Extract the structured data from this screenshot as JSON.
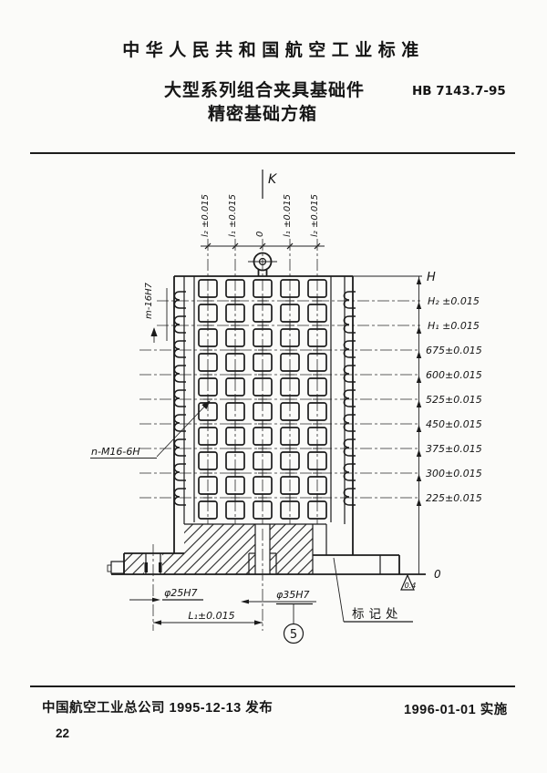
{
  "header": {
    "standard_name": "中华人民共和国航空工业标准",
    "title_line1": "大型系列组合夹具基础件",
    "title_line2": "精密基础方箱",
    "standard_code": "HB 7143.7-95"
  },
  "drawing": {
    "view_label": "K",
    "top_dims": [
      "l₂ ±0.015",
      "l₁ ±0.015",
      "0",
      "l₁ ±0.015",
      "l₂ ±0.015"
    ],
    "right_dims": [
      "H",
      "H₂ ±0.015",
      "H₁ ±0.015",
      "675±0.015",
      "600±0.015",
      "525±0.015",
      "450±0.015",
      "375±0.015",
      "300±0.015",
      "225±0.015",
      "0"
    ],
    "labels": {
      "side_hole": "m-16H7",
      "thread_holes": "n-M16-6H",
      "hole_left": "φ25H7",
      "hole_center": "φ35H7",
      "length_dim": "L₁±0.015",
      "balloon": "5",
      "mark_note": "标记处",
      "roughness": "0.4"
    }
  },
  "footer": {
    "publisher": "中国航空工业总公司 1995-12-13 发布",
    "implementation": "1996-01-01 实施",
    "page_number": "22"
  }
}
